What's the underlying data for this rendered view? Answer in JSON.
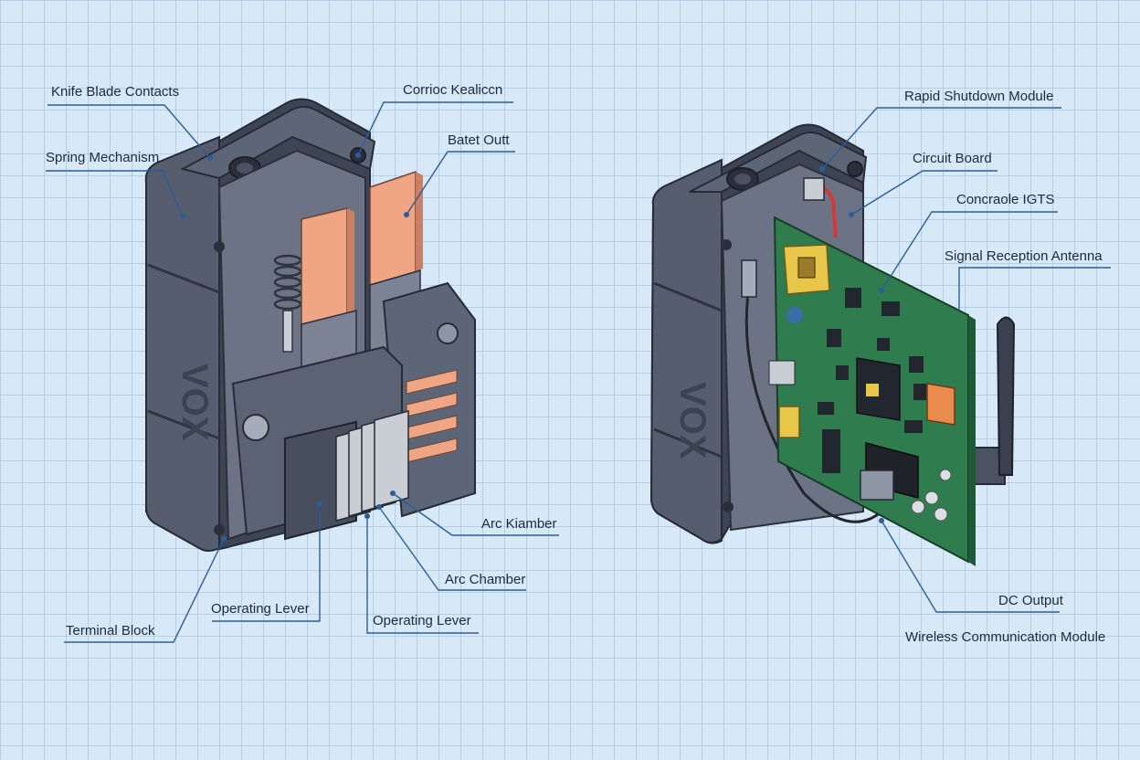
{
  "labels": {
    "knife_blade_contacts": "Knife Blade Contacts",
    "spring_mechanism": "Spring Mechanism",
    "corrioc_kealiccn": "Corrioc Kealiccn",
    "batet_outt": "Batet Outt",
    "arc_kiamber": "Arc Kiamber",
    "arc_chamber": "Arc Chamber",
    "operating_lever_1": "Operating Lever",
    "operating_lever_2": "Operating Lever",
    "terminal_block": "Terminal Block",
    "rapid_shutdown_module": "Rapid Shutdown Module",
    "circuit_board": "Circuit Board",
    "concrraole_igts": "Concraole IGTS",
    "signal_reception_antenna": "Signal Reception Antenna",
    "dc_output": "DC Output",
    "wireless_communication_module": "Wireless Communication Module"
  },
  "housing_text": "VOX",
  "colors": {
    "background": "#d7e8f6",
    "housing": "#4b5262",
    "copper": "#f0a585",
    "pcb": "#2f7d4f",
    "leader": "#2d5d97"
  }
}
